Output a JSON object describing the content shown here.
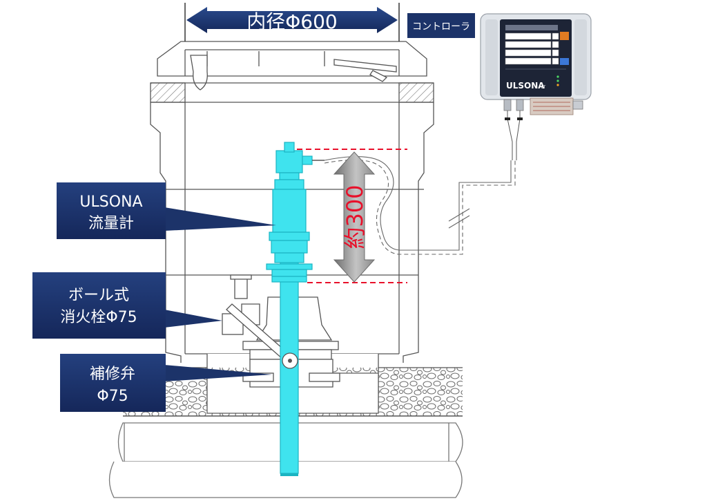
{
  "dimension": {
    "label": "内径Φ600"
  },
  "controller": {
    "tag": "コントローラ",
    "brand": "ULSONA",
    "model": "LT",
    "colors": {
      "body": "#dfe3e8",
      "panel": "#1d2436",
      "accent": "#e07b22"
    }
  },
  "height_dim": {
    "label": "約300"
  },
  "callouts": [
    {
      "id": "flowmeter",
      "lines": [
        "ULSONA",
        "流量計"
      ]
    },
    {
      "id": "hydrant",
      "lines": [
        "ボール式",
        "消火栓Φ75"
      ]
    },
    {
      "id": "valve",
      "lines": [
        "補修弁",
        "Φ75"
      ]
    }
  ],
  "colors": {
    "navy": "#1c3369",
    "cyan": "#3fe3ee",
    "cyan_dark": "#1bb4c2",
    "dim_red": "#e8102a",
    "line": "#555555"
  }
}
